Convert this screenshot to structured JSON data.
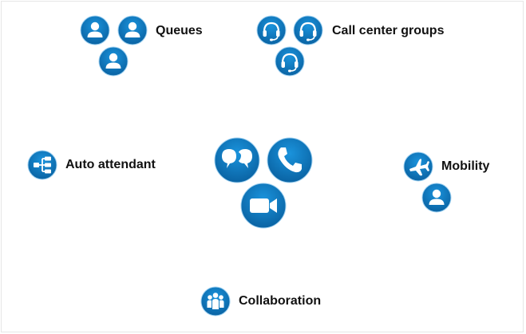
{
  "colors": {
    "icon_fill": "#0f7fcb",
    "icon_fill_dark": "#0a63a3",
    "icon_ring": "#9ed0f0",
    "glyph": "#ffffff",
    "label": "#111111"
  },
  "groups": {
    "queues": {
      "label": "Queues",
      "icons": [
        "person-icon",
        "person-icon",
        "person-icon"
      ]
    },
    "call_center_groups": {
      "label": "Call center groups",
      "icons": [
        "headset-icon",
        "headset-icon",
        "headset-icon"
      ]
    },
    "auto_attendant": {
      "label": "Auto attendant",
      "icons": [
        "org-chart-icon"
      ]
    },
    "mobility": {
      "label": "Mobility",
      "icons": [
        "airplane-icon",
        "person-icon"
      ]
    },
    "collaboration": {
      "label": "Collaboration",
      "icons": [
        "people-group-icon"
      ]
    },
    "center": {
      "icons": [
        "chat-bubbles-icon",
        "phone-icon",
        "video-camera-icon"
      ]
    }
  }
}
